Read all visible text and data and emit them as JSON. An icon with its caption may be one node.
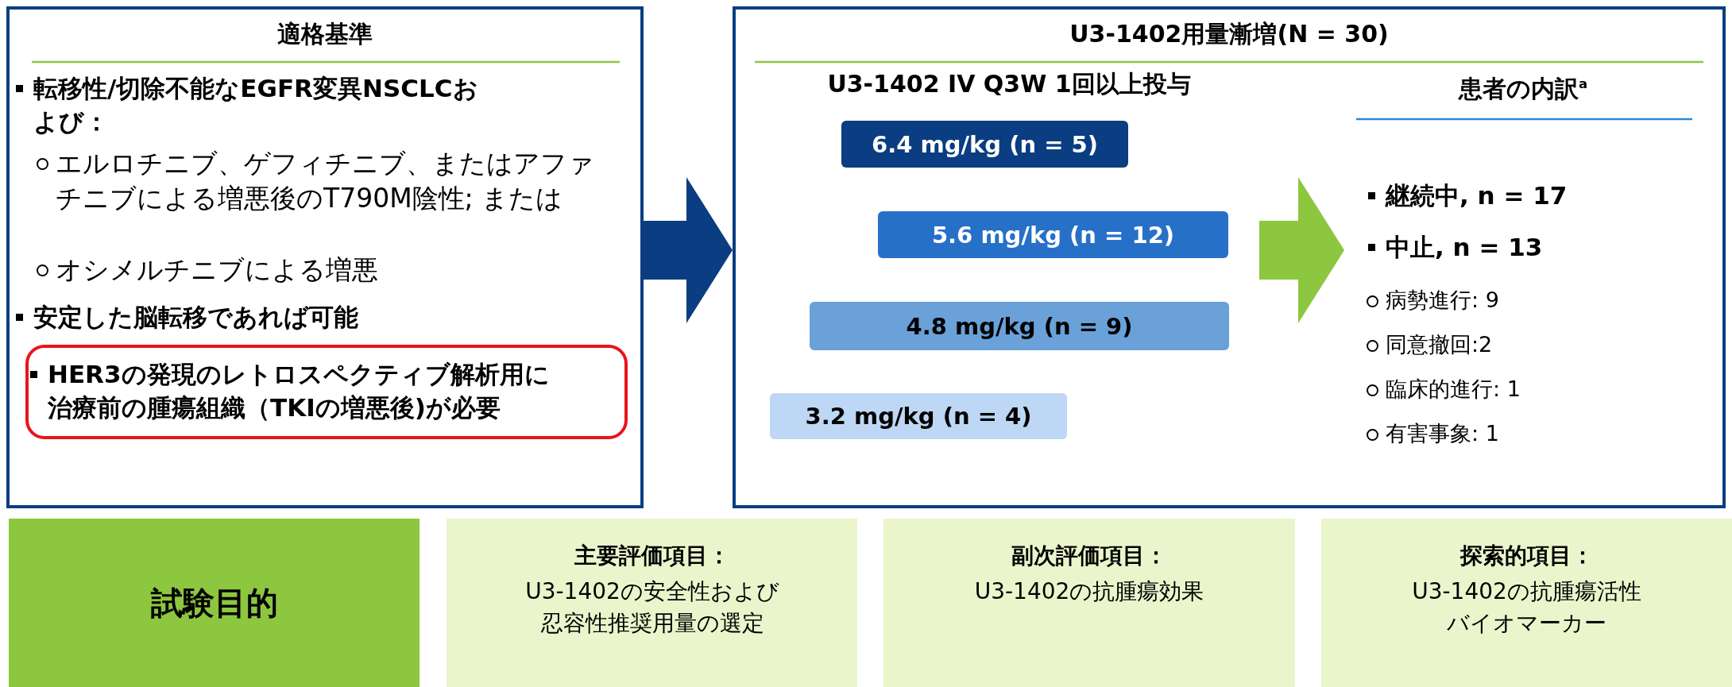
{
  "diagram": {
    "nodes": [
      {
        "text": [
          "適格基準",
          "転移性/切除不能なEGFR変異NSCLCおよび：",
          "エルロチニブ、ゲフィチニブ、またはアファチニブによる増悪後のT790M陰性; または",
          "オシメルチニブによる増悪",
          "安定した脳転移であれば可能"
        ]
      },
      {
        "text": [
          "HER3の発現のレトロスペクティブ解析用に治療前の腫瘍組織（TKIの増悪後)が必要"
        ],
        "in": 0
      },
      {
        "text": [
          "U3-1402用量漸増(N = 30)"
        ]
      },
      {
        "text": [
          "U3-1402 IV Q3W 1回以上投与"
        ],
        "in": 2
      },
      {
        "text": [
          "6.4 mg/kg (n = 5)"
        ],
        "in": 3
      },
      {
        "text": [
          "5.6 mg/kg (n = 12)"
        ],
        "in": 3
      },
      {
        "text": [
          "4.8 mg/kg (n = 9)"
        ],
        "in": 3
      },
      {
        "text": [
          "3.2 mg/kg (n = 4)"
        ],
        "in": 3
      },
      {
        "text": [
          "患者の内訳$^{a}$",
          "継続中, n = 17",
          "中止, n = 13",
          "病勢進行: 9",
          "同意撤回:2",
          "臨床的進行: 1",
          "有害事象: 1"
        ],
        "in": 2
      },
      {
        "text": [
          "試験目的"
        ]
      },
      {
        "text": [
          "主要評価項目：",
          "U3-1402の安全性および忍容性推奨用量の選定"
        ]
      },
      {
        "text": [
          "副次評価項目：",
          "U3-1402の抗腫瘍効果"
        ]
      },
      {
        "text": [
          "探索的項目：",
          "U3-1402の抗腫瘍活性バイオマーカー"
        ]
      }
    ],
    "edges": [
      {
        "from": 0,
        "to": 2,
        "arrow": "to",
        "color": "#0a3d82"
      },
      {
        "from": 3,
        "to": 8,
        "arrow": "to",
        "color": "#8dc63f"
      }
    ]
  }
}
